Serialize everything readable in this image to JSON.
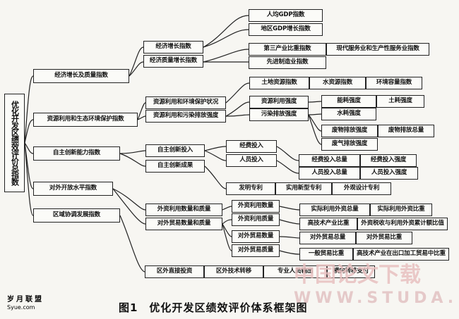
{
  "root": "优化开发区绩效评价总指数",
  "caption": "图1　优化开发区绩效评价体系框架图",
  "level1": [
    {
      "id": "econ",
      "label": "经济增长及质量指数"
    },
    {
      "id": "res",
      "label": "资源利用和生态环境保护指数"
    },
    {
      "id": "innov",
      "label": "自主创新能力指数"
    },
    {
      "id": "open",
      "label": "对外开放水平指数"
    },
    {
      "id": "region",
      "label": "区域协调发展指数"
    }
  ],
  "nodes": {
    "econ_growth": "经济增长指数",
    "econ_quality": "经济质量增长指数",
    "gdp_pc": "人均GDP指数",
    "gdp_growth": "地区GDP增长指数",
    "tertiary": "第三产业比重指数",
    "modern_service": "现代服务业和生产性服务业指数",
    "adv_mfg": "先进制造业指数",
    "res_env": "资源利用和环境保护状况",
    "res_pollution": "资源利用和污染排放强度",
    "land": "土地资源指数",
    "water": "水资源指数",
    "env_cap": "环境容量指数",
    "res_intensity": "资源利用强度",
    "pollution_intensity": "污染排放强度",
    "energy": "能耗强度",
    "land_use": "土耗强度",
    "water_use": "水耗强度",
    "waste_intensity": "废物排放强度",
    "waste_total": "废物排放总量",
    "gas": "废气排放强度",
    "self_input": "自主创新投入",
    "self_output": "自主创新成果",
    "funding": "经费投入",
    "personnel": "人员投入",
    "fund_total": "经费投入总量",
    "fund_intensity": "经费投入强度",
    "person_total": "人员投入总量",
    "person_intensity": "人员投入强度",
    "patent_inv": "发明专利",
    "patent_util": "实用新型专利",
    "patent_design": "外观设计专利",
    "fdi_qq": "外资利用数量和质量",
    "trade_qq": "对外贸易数量和质量",
    "fdi_qty": "外资利用数量",
    "fdi_qual": "外资利用质量",
    "actual_fdi": "实际利用外资总量",
    "actual_fdi_ratio": "实际利用外资比重",
    "hitech_ratio": "高技术产业比重",
    "tax_ratio": "外资税收与利用外资累计额比值",
    "trade_qty": "对外贸易数量",
    "trade_qual": "对外贸易质量",
    "trade_total": "对外贸易总量",
    "trade_ratio": "对外贸易比重",
    "general_trade": "一般贸易比重",
    "hitech_export": "高技术产业在出口加工贸易中比重",
    "direct_inv": "区外直接投资",
    "tech_transfer": "区外技术转移",
    "talent": "专业人员输出",
    "transfer_pay": "横向转移支付"
  },
  "watermark_left": {
    "name": "岁月联盟",
    "url": "Syue.com"
  },
  "watermark_right": {
    "cn": "中国论文下载",
    "url": "WWW.STUDA.NET"
  }
}
